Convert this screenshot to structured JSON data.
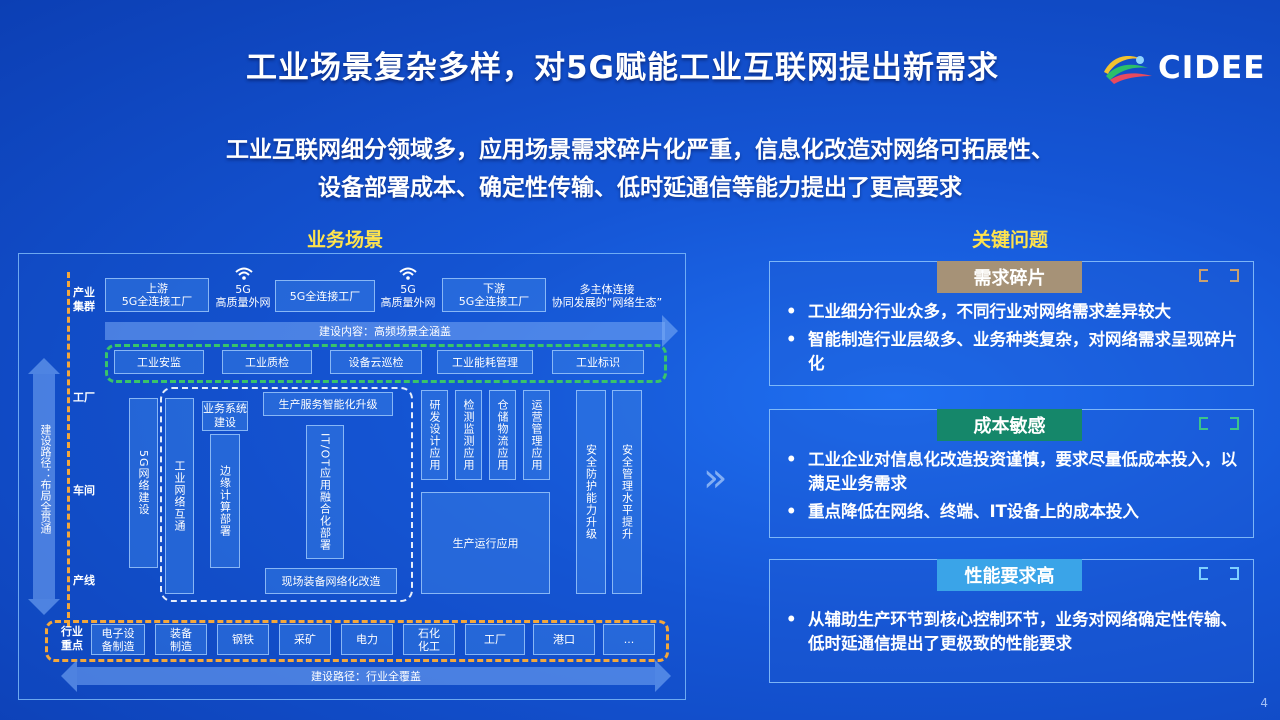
{
  "title": "工业场景复杂多样，对5G赋能工业互联网提出新需求",
  "logo_text": "CIDEE",
  "subtitle_line1": "工业互联网细分领域多，应用场景需求碎片化严重，信息化改造对网络可拓展性、",
  "subtitle_line2": "设备部署成本、确定性传输、低时延通信等能力提出了更高要求",
  "left_heading": "业务场景",
  "right_heading": "关键问题",
  "diagram": {
    "rows": {
      "cluster": "产业\n集群",
      "factory": "工厂",
      "workshop": "车间",
      "line": "产线",
      "industry": "行业\n重点"
    },
    "cluster_items": {
      "up": "上游\n5G全连接工厂",
      "wan1": "5G\n高质量外网",
      "mid": "5G全连接工厂",
      "wan2": "5G\n高质量外网",
      "down": "下游\n5G全连接工厂",
      "eco": "多主体连接\n协同发展的“网络生态”"
    },
    "build_content": "建设内容：高频场景全涵盖",
    "factory_apps": [
      "工业安监",
      "工业质检",
      "设备云巡检",
      "工业能耗管理",
      "工业标识"
    ],
    "left_path": "建设路径：布局全贯通",
    "col_5g": "5G网络建设",
    "col_net": "工业网络互通",
    "biz_sys": "业务系统建设",
    "edge": "边缘计算部署",
    "prod_service": "生产服务智能化升级",
    "itot": "IT/OT应用融合化部署",
    "field": "现场装备网络化改造",
    "apps4": [
      "研发设计应用",
      "检测监测应用",
      "仓储物流应用",
      "运营管理应用"
    ],
    "prod_run": "生产运行应用",
    "safety1": "安全防护能力升级",
    "safety2": "安全管理水平提升",
    "industries": [
      "电子设\n备制造",
      "装备\n制造",
      "钢铁",
      "采矿",
      "电力",
      "石化\n化工",
      "工厂",
      "港口",
      "..."
    ],
    "bottom_path": "建设路径：行业全覆盖"
  },
  "cards": [
    {
      "header": "需求碎片",
      "header_color": "#a69277",
      "bullets": [
        "工业细分行业众多，不同行业对网络需求差异较大",
        "智能制造行业层级多、业务种类复杂，对网络需求呈现碎片化"
      ]
    },
    {
      "header": "成本敏感",
      "header_color": "#15876a",
      "bullets": [
        "工业企业对信息化改造投资谨慎，要求尽量低成本投入，以满足业务需求",
        "重点降低在网络、终端、IT设备上的成本投入"
      ]
    },
    {
      "header": "性能要求高",
      "header_color": "#3aa4e8",
      "bullets": [
        "从辅助生产环节到核心控制环节，业务对网络确定性传输、低时延通信提出了更极致的性能要求"
      ]
    }
  ],
  "page_number": "4"
}
